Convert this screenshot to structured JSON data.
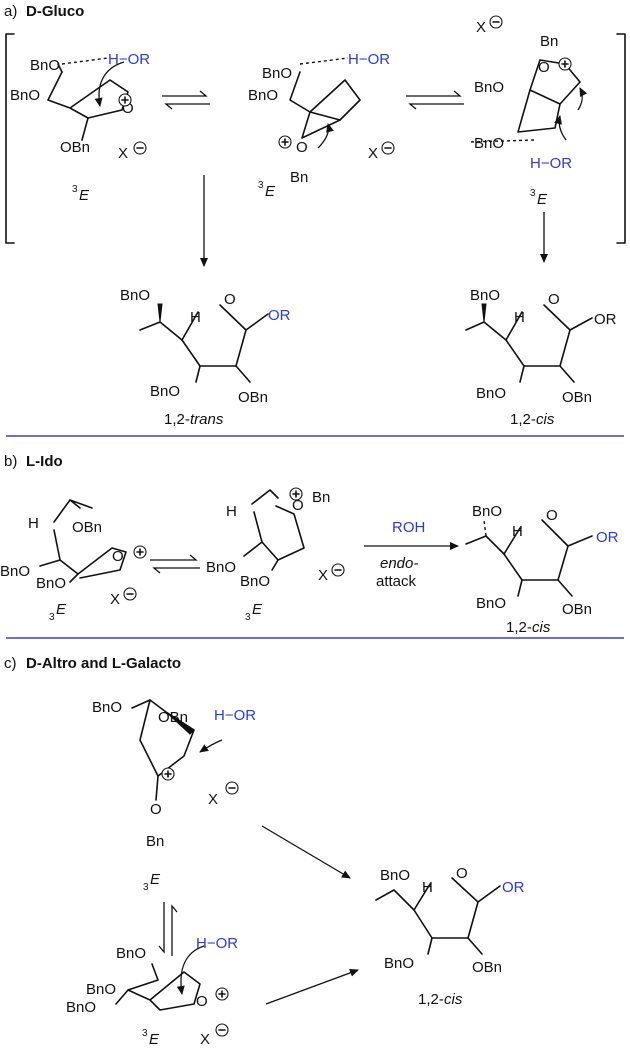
{
  "sections": {
    "a": {
      "prefix": "a)",
      "title": "D-Gluco"
    },
    "b": {
      "prefix": "b)",
      "title": "L-Ido"
    },
    "c": {
      "prefix": "c)",
      "title": "D-Altro and L-Galacto"
    }
  },
  "labels": {
    "bno": "BnO",
    "obn": "OBn",
    "bn": "Bn",
    "hor": "H−OR",
    "or": "OR",
    "h": "H",
    "o": "O",
    "x": "X",
    "roh": "ROH",
    "endo": "endo-",
    "attack": "attack",
    "conf_3E_super": "3",
    "conf_3E_sub": "3",
    "conf_E": "E",
    "trans_prefix": "1,2-",
    "trans_word": "trans",
    "cis_prefix": "1,2-",
    "cis_word": "cis"
  },
  "colors": {
    "reagent": "#2a3bdc",
    "divider": "#3b3fd6",
    "ink": "#111111"
  }
}
